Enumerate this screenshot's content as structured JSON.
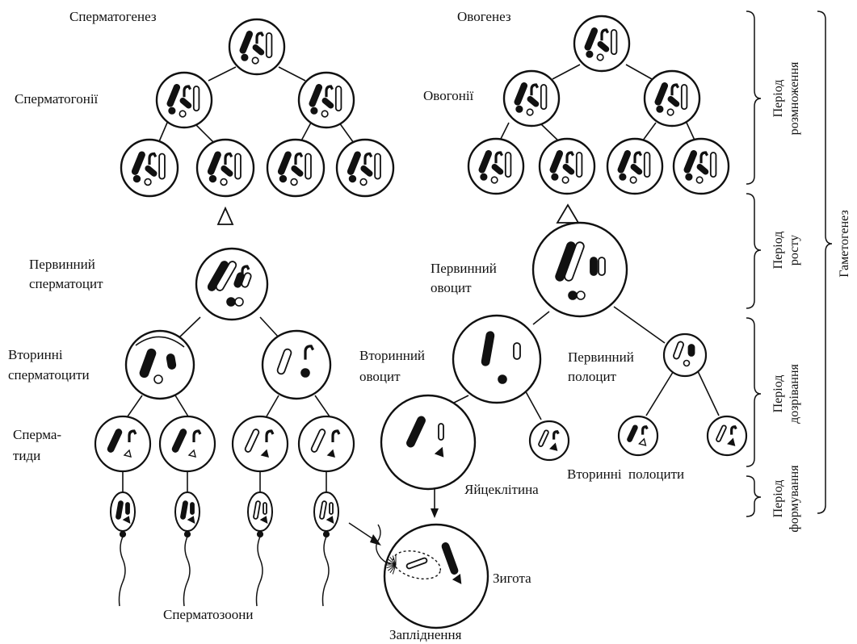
{
  "labels": {
    "spermatogenesis": "Сперматогенез",
    "oogenesis": "Овогенез",
    "spermatogonia": "Сперматогонії",
    "oogonia": "Овогонії",
    "primary_spermatocyte_1": "Первинний",
    "primary_spermatocyte_2": "сперматоцит",
    "primary_oocyte_1": "Первинний",
    "primary_oocyte_2": "овоцит",
    "secondary_spermatocytes_1": "Вторинні",
    "secondary_spermatocytes_2": "сперматоцити",
    "secondary_oocyte_1": "Вторинний",
    "secondary_oocyte_2": "овоцит",
    "primary_polocyte_1": "Первинний",
    "primary_polocyte_2": "полоцит",
    "spermatids_1": "Сперма-",
    "spermatids_2": "тиди",
    "secondary_polocytes": "Вторинні  полоцити",
    "egg_cell": "Яйцеклітина",
    "spermatozoa": "Сперматозоони",
    "zygote": "Зигота",
    "fertilization": "Запліднення"
  },
  "periods": {
    "reproduction_1": "Період",
    "reproduction_2": "розмноження",
    "growth_1": "Період",
    "growth_2": "росту",
    "maturation_1": "Період",
    "maturation_2": "дозрівання",
    "formation_1": "Період",
    "formation_2": "формування",
    "gametogenesis": "Гаметогенез"
  }
}
